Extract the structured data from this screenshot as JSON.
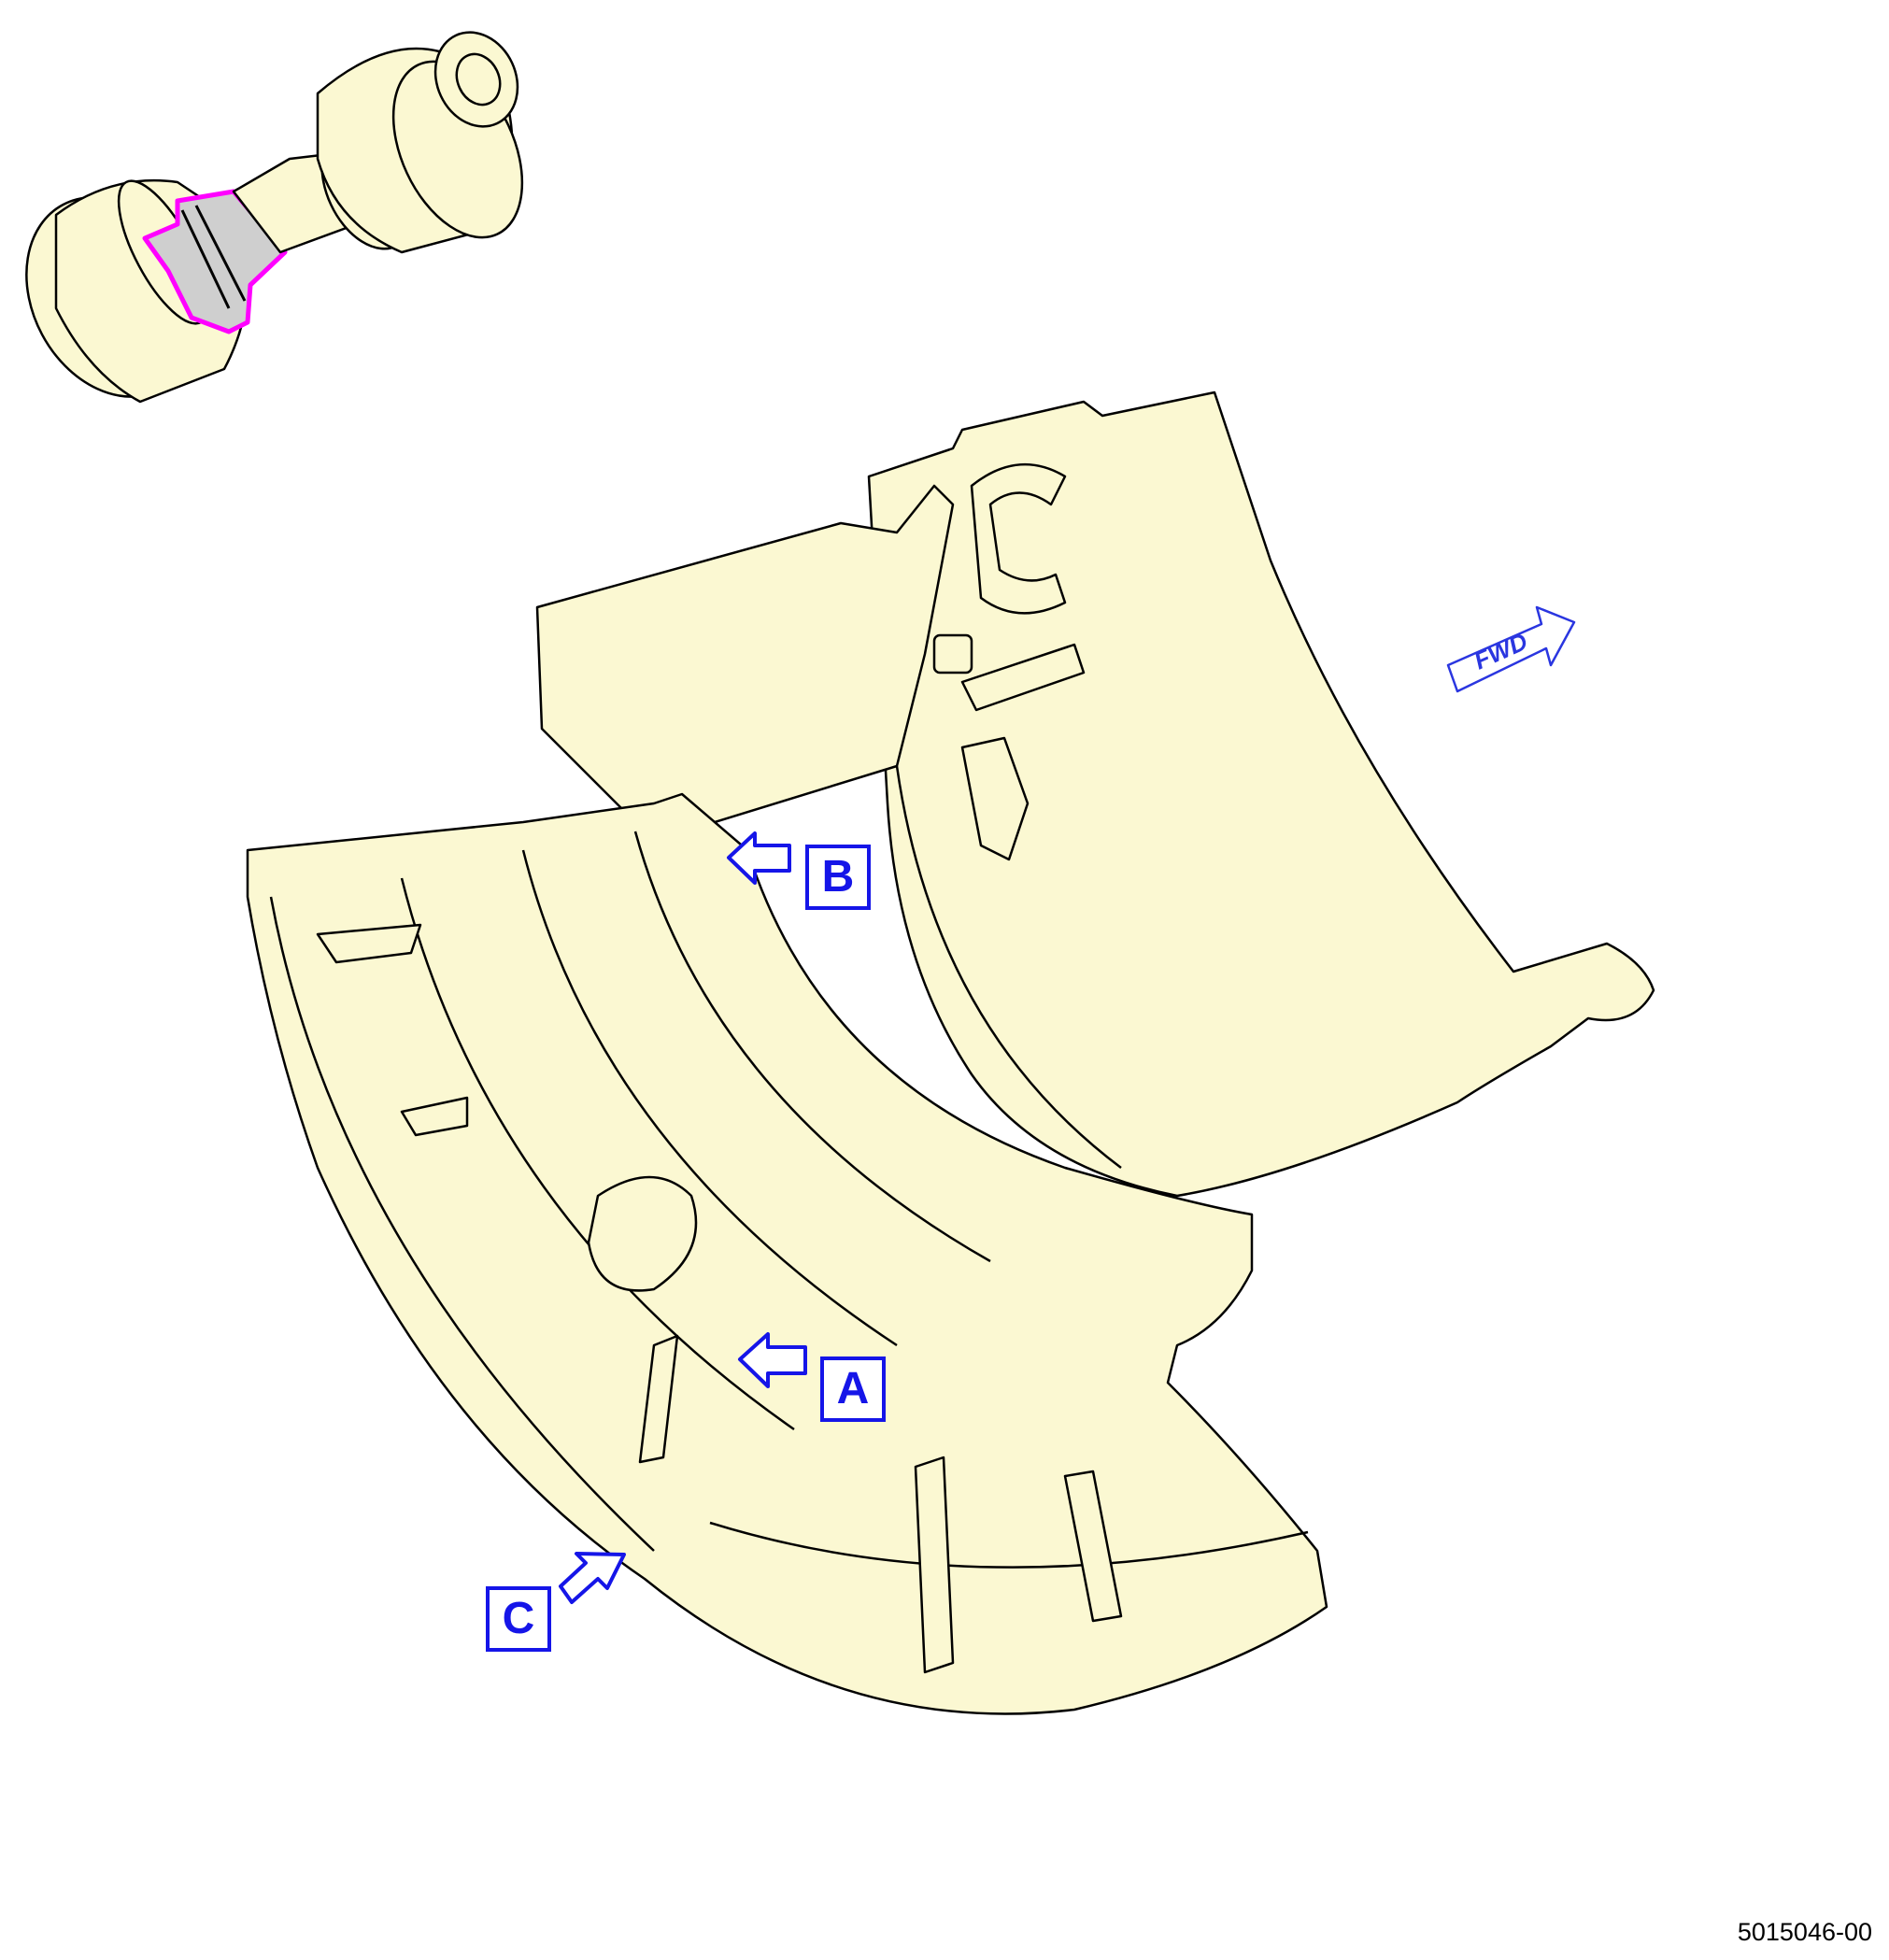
{
  "colors": {
    "part_fill": "#fbf8d2",
    "outline": "#000000",
    "callout": "#1515e8",
    "highlight": "#ff00ff",
    "highlight_fill": "#cfcfcf",
    "fwd_arrow": "#2a36e0"
  },
  "locator_view": {
    "icon": "engine-locator-icon",
    "highlighted_region": "highlighted-section"
  },
  "main_view": {
    "icon": "shroud-panel-assembly-icon"
  },
  "callouts": [
    {
      "id": "a",
      "label": "A"
    },
    {
      "id": "b",
      "label": "B"
    },
    {
      "id": "c",
      "label": "C"
    }
  ],
  "fwd_indicator": {
    "label": "FWD",
    "icon": "fwd-arrow-icon"
  },
  "figure_number": "5015046-00"
}
